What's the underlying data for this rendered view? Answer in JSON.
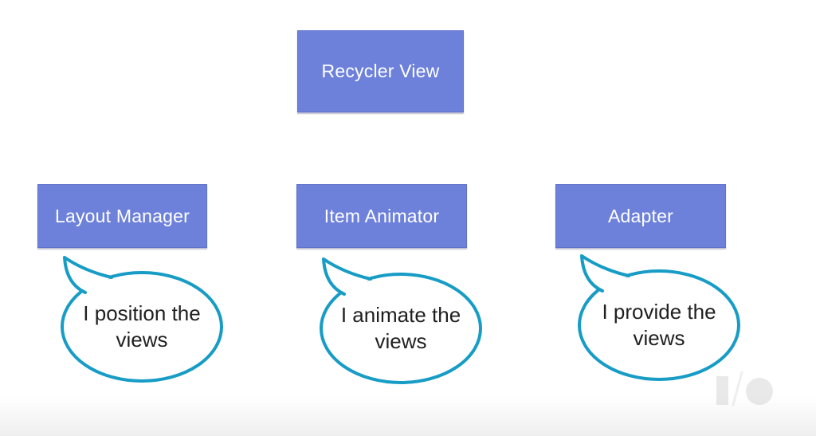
{
  "colors": {
    "background": "#ffffff",
    "box_fill": "#6d81db",
    "box_text": "#ffffff",
    "bubble_stroke": "#179cc6",
    "bubble_fill": "#ffffff",
    "bubble_text": "#1f1f1f",
    "logo_gray": "#e9e9e9",
    "logo_slash": "#efefef"
  },
  "diagram": {
    "root_component": {
      "label": "Recycler View"
    },
    "components": [
      {
        "id": "layout-manager",
        "label": "Layout Manager",
        "bubble": {
          "line1": "I position the",
          "line2": "views"
        }
      },
      {
        "id": "item-animator",
        "label": "Item Animator",
        "bubble": {
          "line1": "I animate the",
          "line2": "views"
        }
      },
      {
        "id": "adapter",
        "label": "Adapter",
        "bubble": {
          "line1": "I provide the",
          "line2": "views"
        }
      }
    ]
  },
  "watermark": {
    "icon": "google-io-logo",
    "alt": "I/O"
  }
}
